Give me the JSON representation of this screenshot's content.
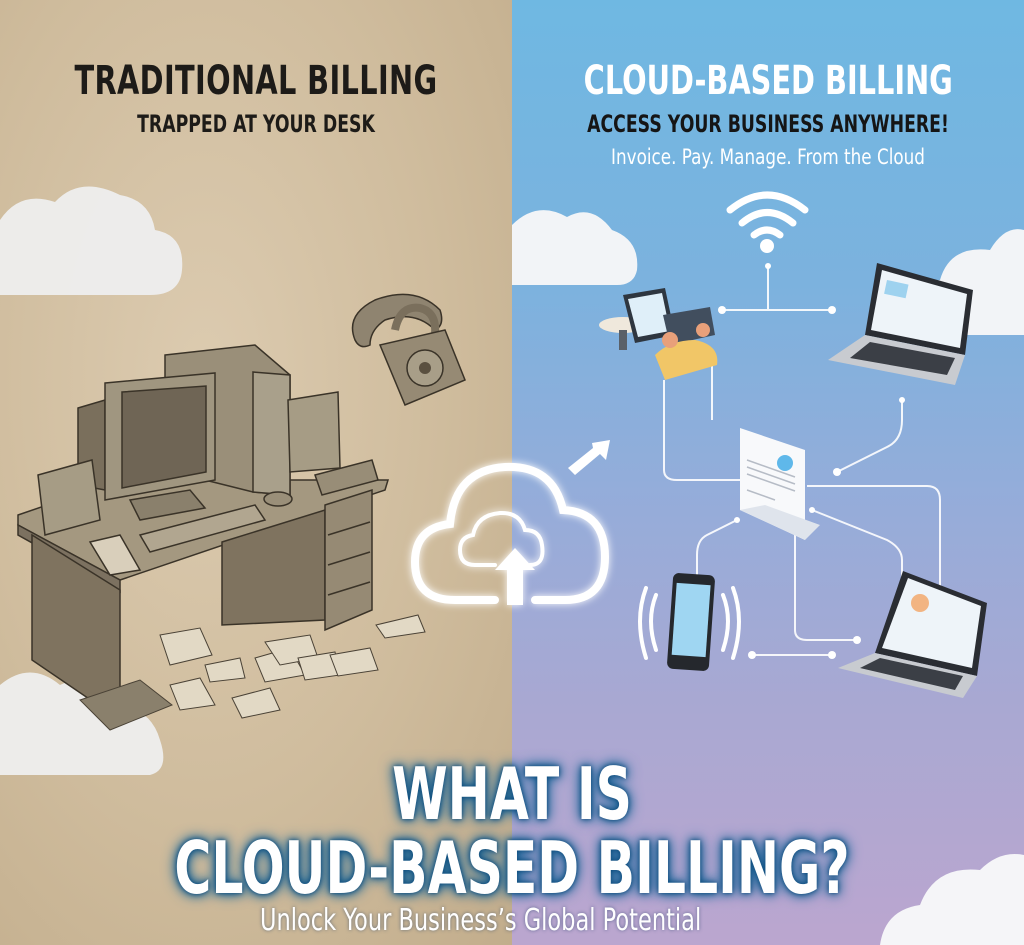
{
  "left": {
    "title": "TRADITIONAL BILLING",
    "subtitle": "TRAPPED AT YOUR DESK",
    "background_color": "#d3c2a5",
    "illustrations": [
      "desk-icon",
      "crt-computer-icon",
      "tower-pc-icon",
      "keyboard-icon",
      "mouse-icon",
      "paper-stack-icon",
      "locked-phone-icon",
      "scattered-papers-icon"
    ]
  },
  "right": {
    "title": "CLOUD-BASED BILLING",
    "subtitle": "ACCESS YOUR BUSINESS ANYWHERE!",
    "tagline": "Invoice. Pay. Manage. From the Cloud",
    "background_colors": [
      "#6fb8e2",
      "#bba6cf"
    ],
    "illustrations": [
      "wifi-icon",
      "tablet-user-icon",
      "laptop-icon",
      "invoice-document-icon",
      "smartphone-icon",
      "laptop-icon",
      "network-lines"
    ]
  },
  "center": {
    "icon": "cloud-upload-icon",
    "arrow": "arrow-up-right-icon"
  },
  "headline": {
    "line1": "WHAT IS",
    "line2": "CLOUD-BASED BILLING?",
    "tagline": "Unlock Your Business’s Global Potential",
    "glow_color": "#115a8c"
  }
}
